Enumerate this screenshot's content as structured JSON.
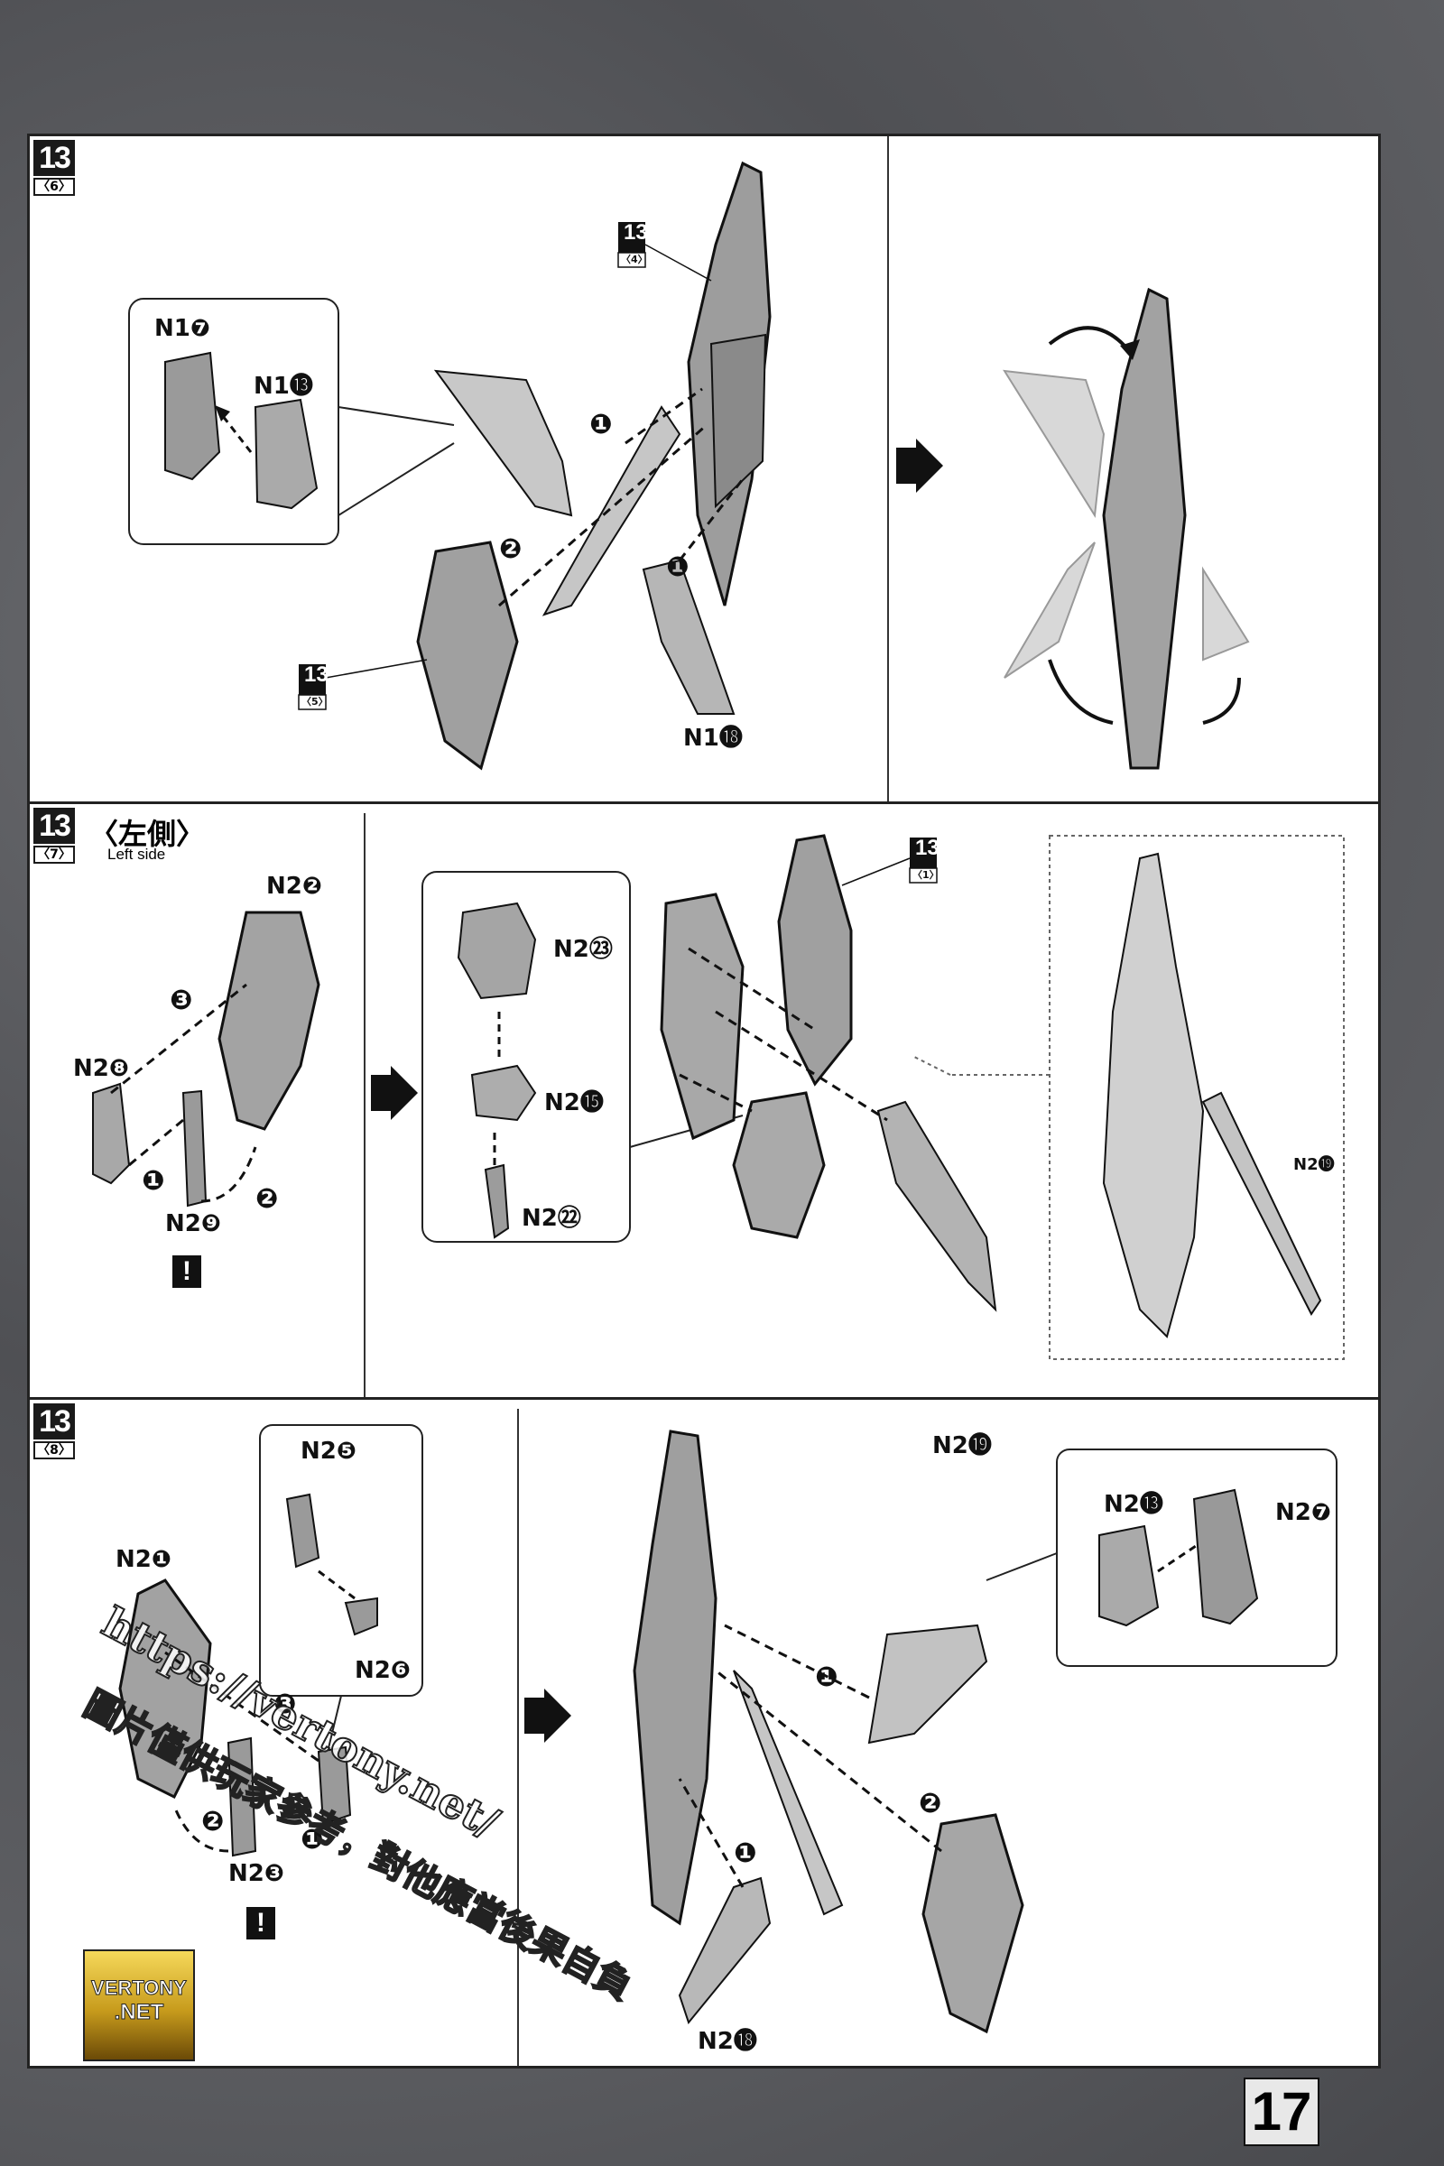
{
  "page": {
    "number": "17"
  },
  "step13_6": {
    "step": "13",
    "sub": "〈6〉",
    "ref_top": {
      "step": "13",
      "sub": "〈4〉"
    },
    "ref_bottom": {
      "step": "13",
      "sub": "〈5〉"
    },
    "labels": {
      "a": "N1❼",
      "b": "N1⓭",
      "c": "N1⓲"
    },
    "arrows": [
      "❶",
      "❷",
      "❶"
    ]
  },
  "step13_7": {
    "step": "13",
    "sub": "〈7〉",
    "title": "〈左側〉",
    "subtitle": "Left side",
    "ref": {
      "step": "13",
      "sub": "〈1〉"
    },
    "labels": {
      "a": "N2❷",
      "b": "N2❽",
      "c": "N2❾",
      "d": "N2㉓",
      "e": "N2⓯",
      "f": "N2㉒",
      "g": "N2⓳",
      "h": "N2⓳"
    },
    "arrows": [
      "❸",
      "❶",
      "❷"
    ],
    "warning": "!"
  },
  "step13_8": {
    "step": "13",
    "sub": "〈8〉",
    "labels": {
      "a": "N2❺",
      "b": "N2❻",
      "c": "N2❶",
      "d": "N2❸",
      "e": "N2⓭",
      "f": "N2❼",
      "g": "N2⓲"
    },
    "arrows": [
      "❸",
      "❷",
      "❶",
      "❶",
      "❶",
      "❷"
    ],
    "warning": "!"
  },
  "watermark": {
    "url": "https://vertony.net/",
    "text": "圖片僅供玩家參考，對他應當後果自負"
  },
  "logo": {
    "line1": "VERTONY",
    "line2": ".NET"
  }
}
